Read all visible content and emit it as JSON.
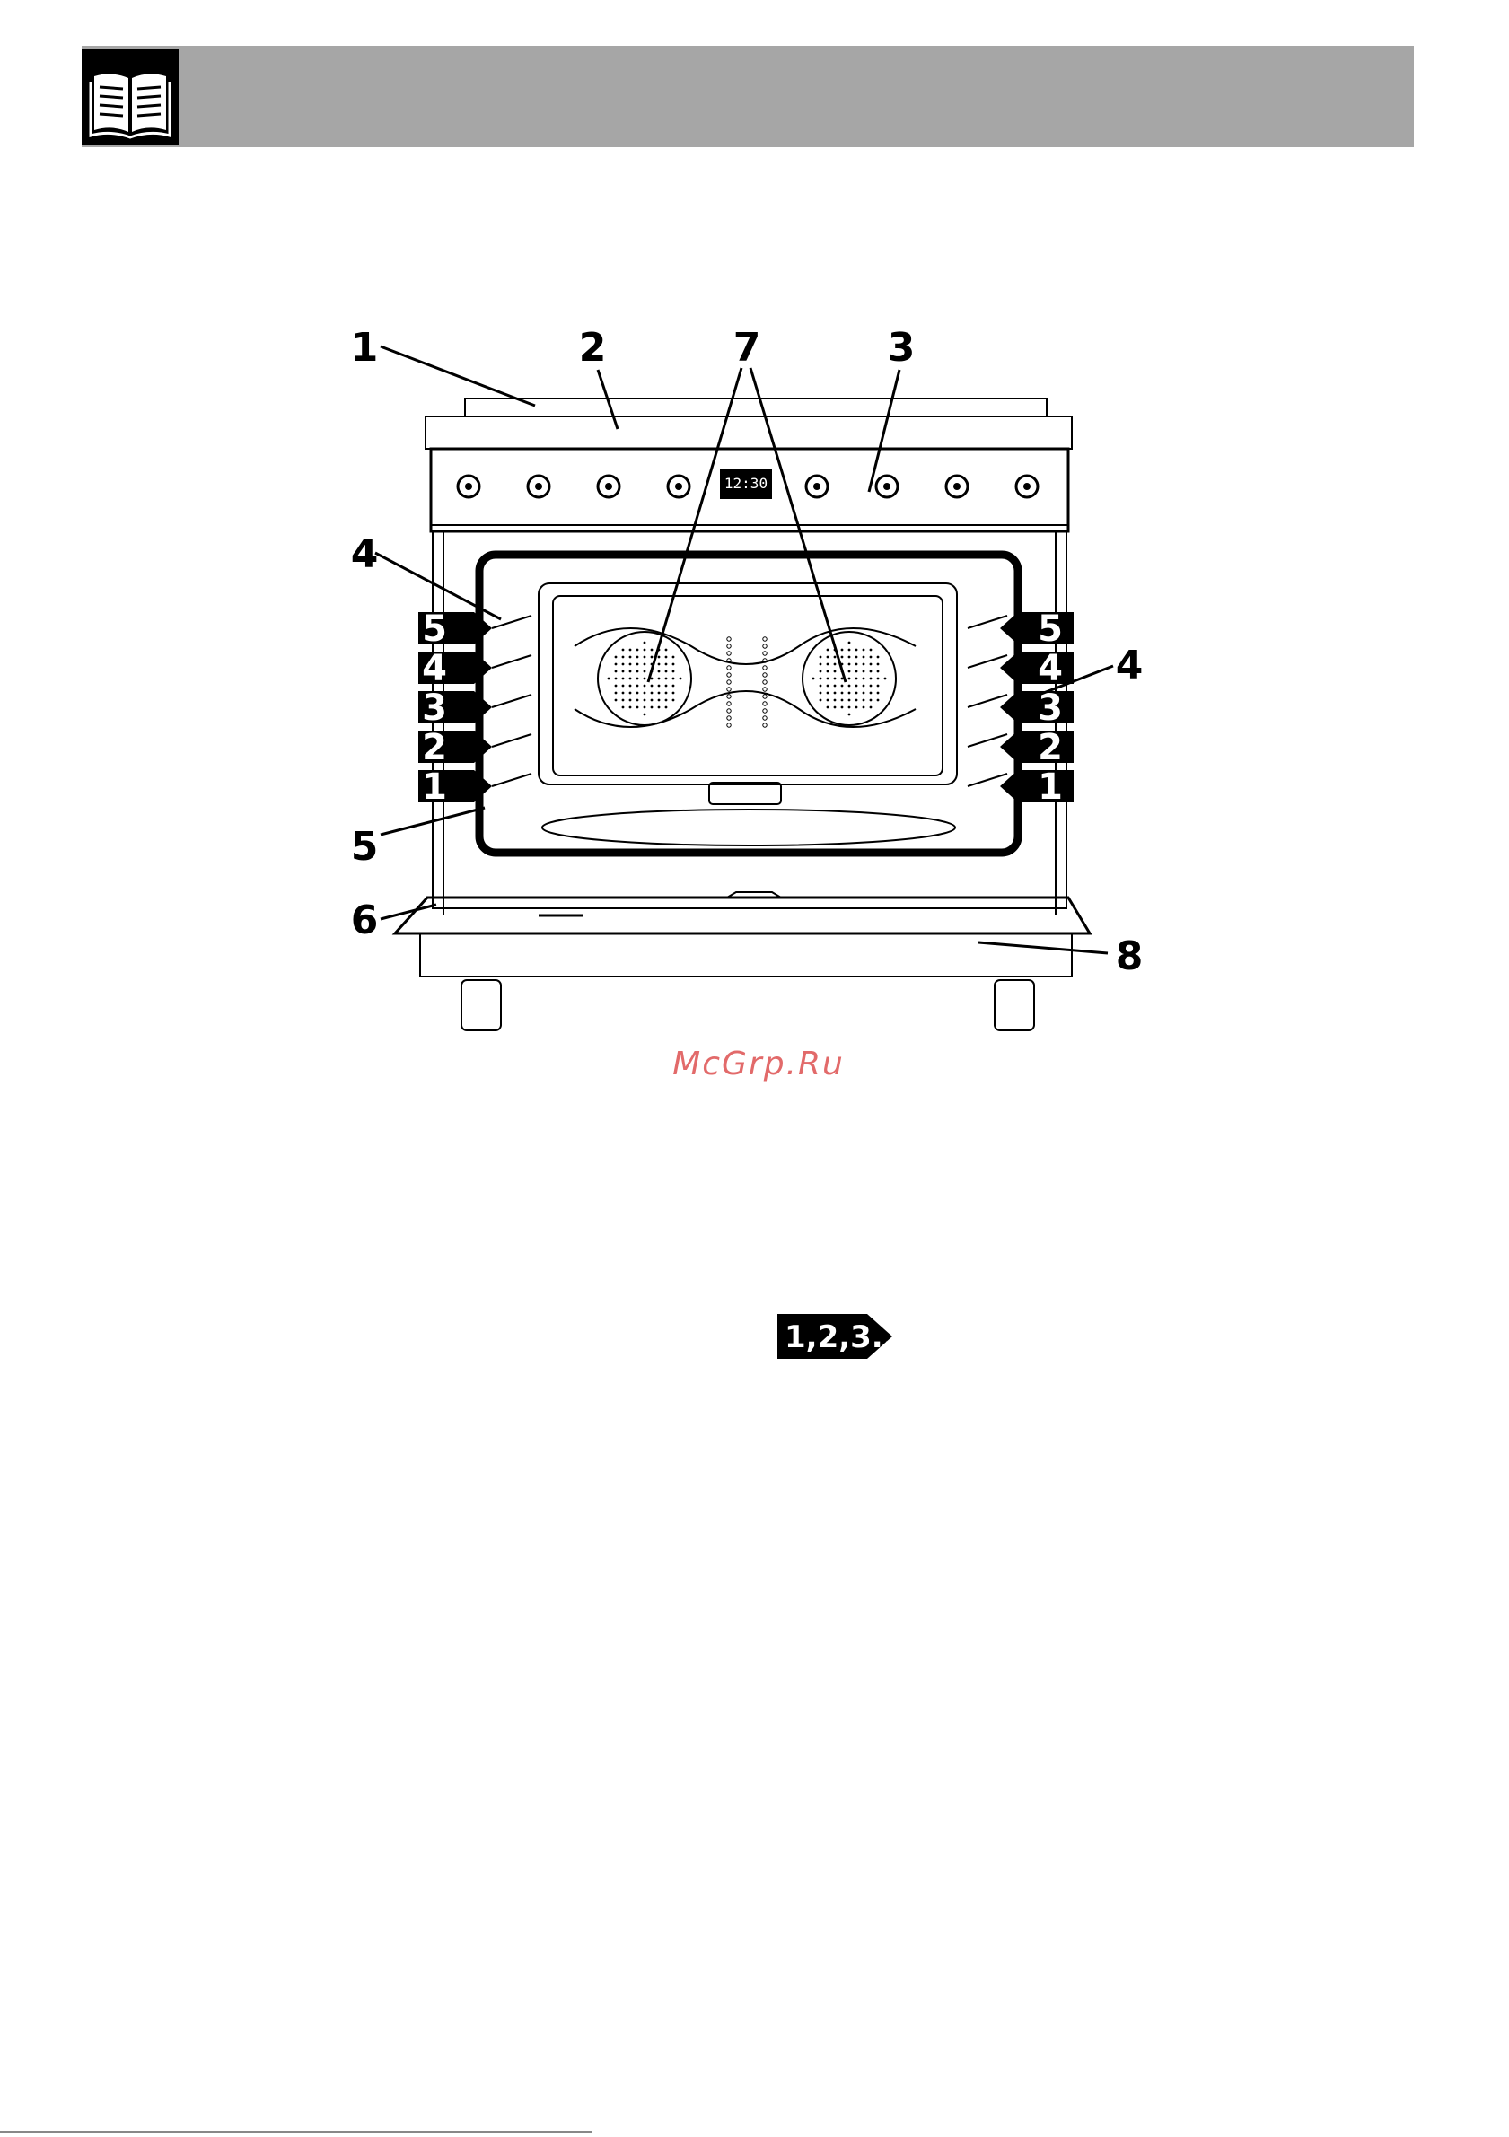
{
  "header": {
    "icon": "open-book-icon",
    "bar_color": "#a6a6a6"
  },
  "diagram": {
    "callouts": [
      "1",
      "2",
      "7",
      "3",
      "4",
      "4",
      "5",
      "6",
      "8"
    ],
    "levels_left": [
      "5",
      "4",
      "3",
      "2",
      "1"
    ],
    "levels_right": [
      "5",
      "4",
      "3",
      "2",
      "1"
    ],
    "clock_display": "12:30"
  },
  "watermark": "McGrp.Ru",
  "sequence_tag": "1,2,3.."
}
